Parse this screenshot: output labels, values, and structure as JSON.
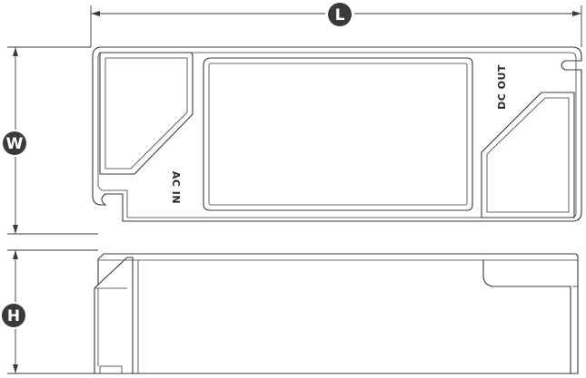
{
  "dimensions": {
    "length_label": "L",
    "width_label": "W",
    "height_label": "H"
  },
  "ports": {
    "input_label": "AC IN",
    "output_label": "DC OUT"
  }
}
